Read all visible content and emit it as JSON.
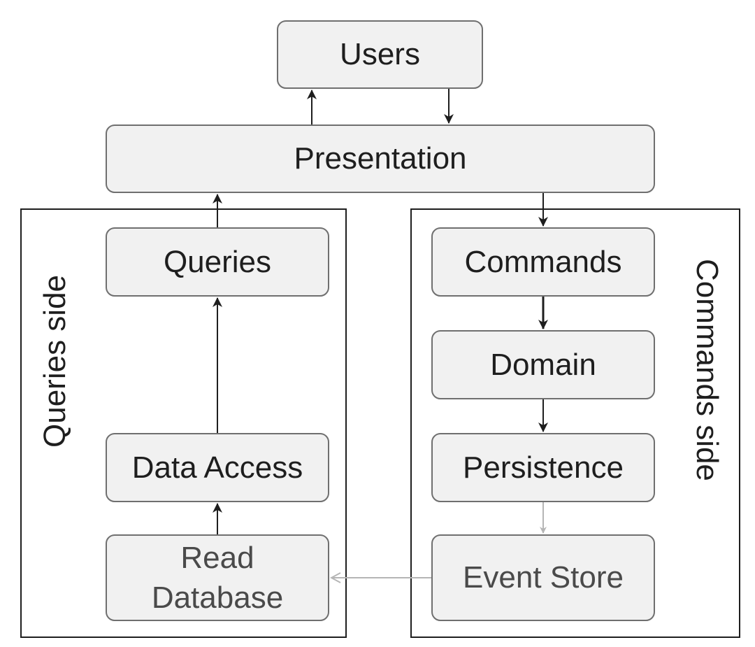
{
  "nodes": {
    "users": "Users",
    "presentation": "Presentation",
    "queries": "Queries",
    "data_access": "Data Access",
    "read_database": "Read\nDatabase",
    "commands": "Commands",
    "domain": "Domain",
    "persistence": "Persistence",
    "event_store": "Event Store"
  },
  "groups": {
    "queries_side": "Queries side",
    "commands_side": "Commands side"
  },
  "colors": {
    "node_fill": "#f1f1f1",
    "node_border": "#6f6f6f",
    "arrow_dark": "#1e1e1e",
    "arrow_light": "#b5b5b5"
  }
}
